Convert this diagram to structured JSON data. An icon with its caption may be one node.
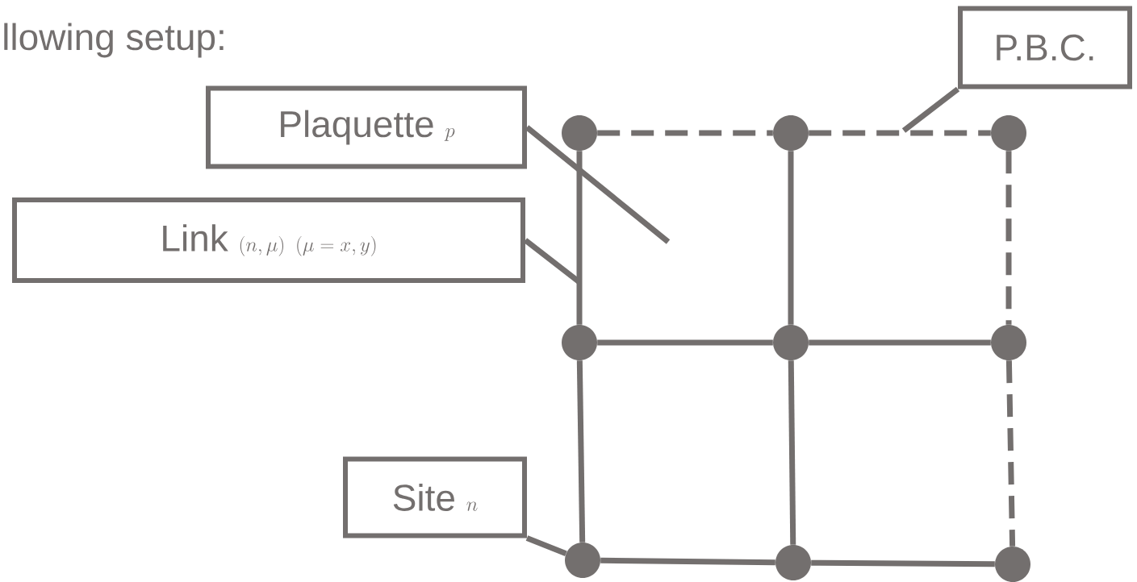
{
  "diagram": {
    "nodes": [
      {
        "text": [
          "P.B.C."
        ]
      },
      {
        "text": [
          "\\text{Plaquette } p"
        ]
      },
      {
        "text": [],
        "shape": "circle"
      },
      {
        "text": [],
        "shape": "circle"
      },
      {
        "text": [],
        "shape": "circle"
      },
      {
        "text": [
          "\\text{Link } (n,\\mu)\\ (\\mu = x,y)"
        ]
      },
      {
        "text": [],
        "shape": "circle"
      },
      {
        "text": [],
        "shape": "circle"
      },
      {
        "text": [],
        "shape": "circle"
      },
      {
        "text": [
          "\\text{Site } n"
        ]
      },
      {
        "text": [],
        "shape": "circle"
      },
      {
        "text": [],
        "shape": "circle"
      },
      {
        "text": [],
        "shape": "circle"
      }
    ],
    "edges": [
      {
        "from": 2,
        "to": 3,
        "arrow": "none",
        "style": "dashed"
      },
      {
        "from": 3,
        "to": 4,
        "arrow": "none",
        "style": "dashed"
      },
      {
        "from": 2,
        "to": 6,
        "arrow": "none"
      },
      {
        "from": 3,
        "to": 7,
        "arrow": "none"
      },
      {
        "from": 4,
        "to": 8,
        "arrow": "none",
        "style": "dashed"
      },
      {
        "from": 6,
        "to": 7,
        "arrow": "none"
      },
      {
        "from": 7,
        "to": 8,
        "arrow": "none"
      },
      {
        "from": 6,
        "to": 10,
        "arrow": "none"
      },
      {
        "from": 7,
        "to": 11,
        "arrow": "none"
      },
      {
        "from": 8,
        "to": 12,
        "arrow": "none",
        "style": "dashed"
      },
      {
        "from": 10,
        "to": 11,
        "arrow": "none"
      },
      {
        "from": 11,
        "to": 12,
        "arrow": "none"
      },
      {
        "from": 0,
        "to": null,
        "arrow": "none"
      },
      {
        "from": 1,
        "to": null,
        "arrow": "none"
      },
      {
        "from": 5,
        "to": null,
        "arrow": "none"
      },
      {
        "from": 9,
        "to": 10,
        "arrow": "none"
      }
    ],
    "labels": [
      "llowing setup:"
    ]
  }
}
